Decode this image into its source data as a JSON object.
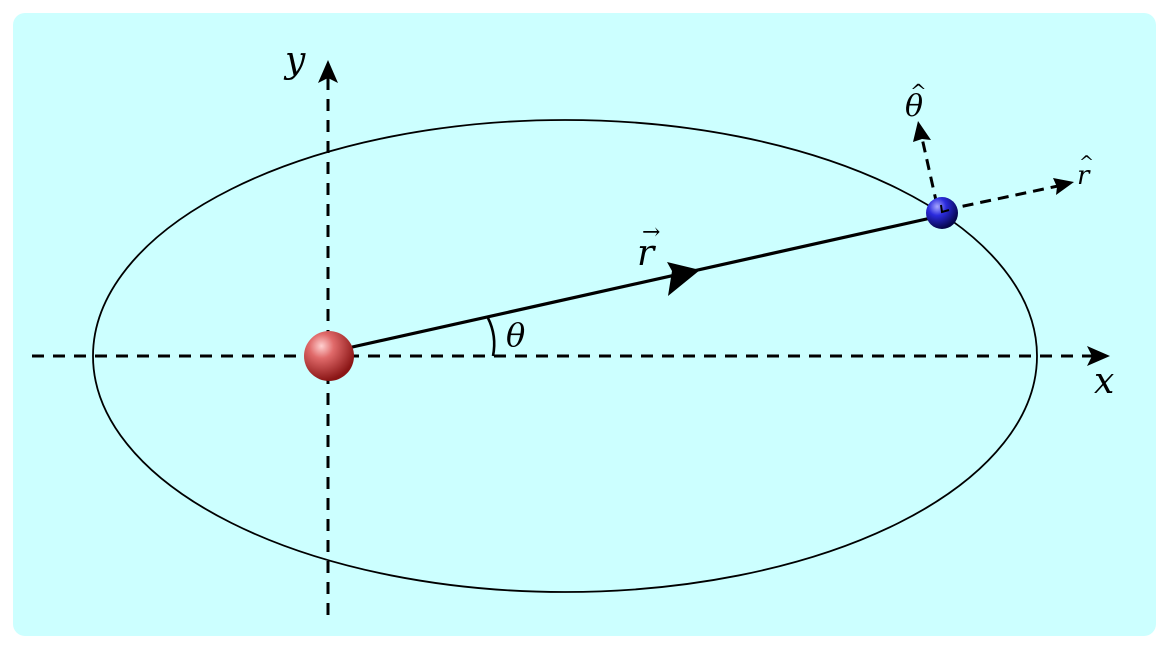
{
  "colors": {
    "background": "#ccffff",
    "axes": "#000000",
    "central_body": "#cc3b3b",
    "orbiting_body": "#1a1acc"
  },
  "labels": {
    "x_axis": "x",
    "y_axis": "y",
    "position_vector": "r",
    "angle": "θ",
    "radial_unit": "r",
    "angular_unit": "θ",
    "hat_mark": "^",
    "vector_mark": "→"
  }
}
